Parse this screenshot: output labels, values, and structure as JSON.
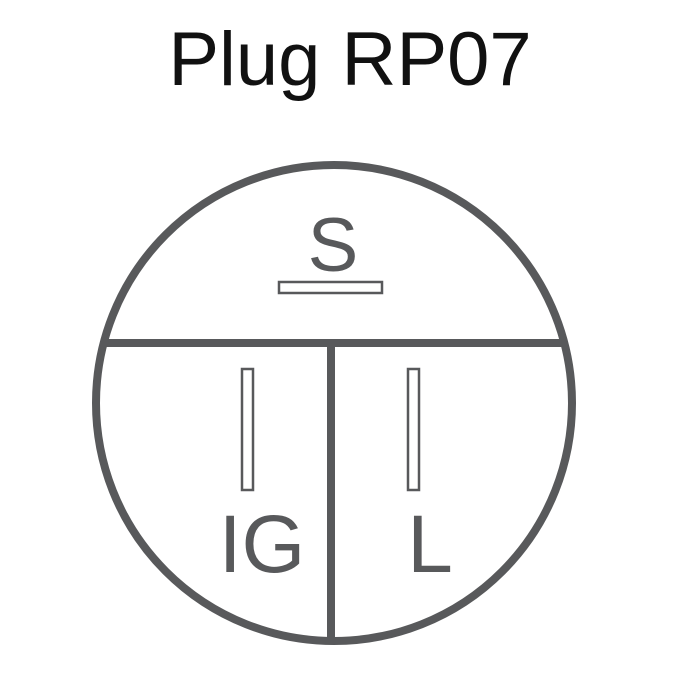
{
  "title": "Plug RP07",
  "terminals": {
    "top": "S",
    "bottom_left": "IG",
    "bottom_right": "L"
  },
  "colors": {
    "stroke": "#58595b",
    "title": "#111111"
  }
}
